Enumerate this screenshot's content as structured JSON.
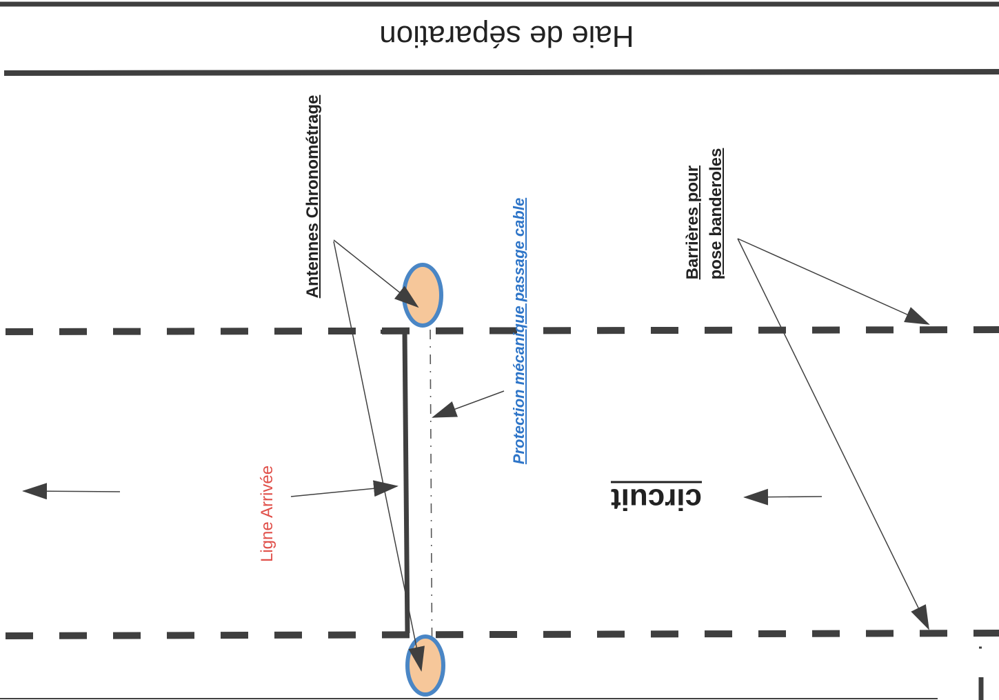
{
  "labels": {
    "haie": "Haie de séparation",
    "antennes": "Antennes Chronométrage",
    "protection": "Protection mécanique passage cable",
    "barrieres_line1": "Barrières pour",
    "barrieres_line2": "pose banderoles",
    "ligne": "Ligne Arrivée",
    "circuit": "circuit"
  },
  "colors": {
    "line": "#3f3f3f",
    "antenna_fill": "#f6c79a",
    "antenna_stroke": "#4a86c5",
    "protection_text": "#2e75c8",
    "ligne_text": "#e0504a"
  },
  "icons": [
    "arrow-left-icon",
    "arrow-head-icon",
    "antenna-ellipse-icon"
  ]
}
